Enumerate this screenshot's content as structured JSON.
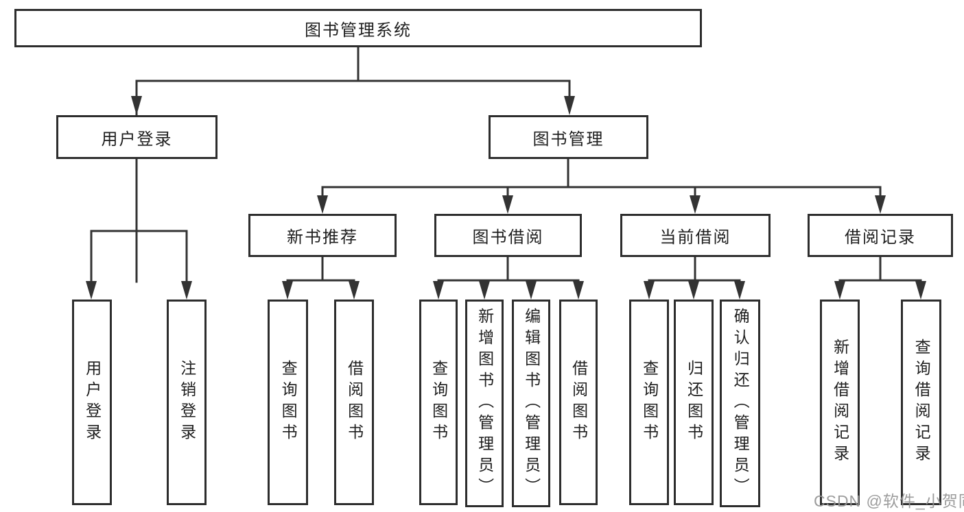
{
  "diagram": {
    "root": {
      "label": "图书管理系统",
      "children": [
        {
          "label": "用户登录",
          "children": [
            {
              "label": "用户登录"
            },
            {
              "label": "注销登录"
            }
          ]
        },
        {
          "label": "图书管理",
          "children": [
            {
              "label": "新书推荐",
              "children": [
                {
                  "label": "查询图书"
                },
                {
                  "label": "借阅图书"
                }
              ]
            },
            {
              "label": "图书借阅",
              "children": [
                {
                  "label": "查询图书"
                },
                {
                  "label": "新增图书（管理员）"
                },
                {
                  "label": "编辑图书（管理员）"
                },
                {
                  "label": "借阅图书"
                }
              ]
            },
            {
              "label": "当前借阅",
              "children": [
                {
                  "label": "查询图书"
                },
                {
                  "label": "归还图书"
                },
                {
                  "label": "确认归还（管理员）"
                }
              ]
            },
            {
              "label": "借阅记录",
              "children": [
                {
                  "label": "新增借阅记录"
                },
                {
                  "label": "查询借阅记录"
                }
              ]
            }
          ]
        }
      ]
    }
  },
  "watermark": {
    "text": "CSDN @软件_小贺同学"
  },
  "colors": {
    "line": "#333333",
    "box_border": "#2d2d2d",
    "text": "#1e1e1e",
    "watermark": "#949494",
    "background": "#ffffff"
  }
}
